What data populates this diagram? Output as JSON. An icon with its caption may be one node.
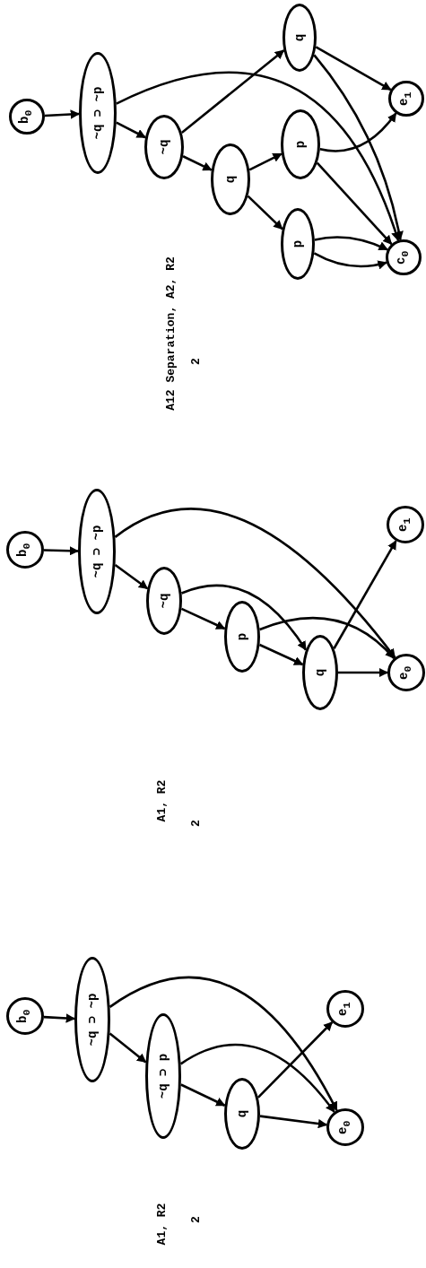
{
  "diagram": {
    "nodes": [
      {
        "text": [
          "b$_{0}$"
        ]
      },
      {
        "text": [
          "~q ⊃ ~p"
        ]
      },
      {
        "text": [
          "~q"
        ]
      },
      {
        "text": [
          "q"
        ]
      },
      {
        "text": [
          "q"
        ]
      },
      {
        "text": [
          "p"
        ]
      },
      {
        "text": [
          "p"
        ]
      },
      {
        "text": [
          "e$_{1}$"
        ]
      },
      {
        "text": [
          "c$_{0}$"
        ]
      },
      {
        "text": [
          "b$_{0}$"
        ]
      },
      {
        "text": [
          "~q ⊃ ~p"
        ]
      },
      {
        "text": [
          "~q"
        ]
      },
      {
        "text": [
          "p"
        ]
      },
      {
        "text": [
          "q"
        ]
      },
      {
        "text": [
          "e$_{1}$"
        ]
      },
      {
        "text": [
          "e$_{0}$"
        ]
      },
      {
        "text": [
          "b$_{0}$"
        ]
      },
      {
        "text": [
          "~q ⊃ ~p"
        ]
      },
      {
        "text": [
          "~q ⊃ p"
        ]
      },
      {
        "text": [
          "q"
        ]
      },
      {
        "text": [
          "e$_{1}$"
        ]
      },
      {
        "text": [
          "e$_{0}$"
        ]
      }
    ],
    "edges": [
      {
        "from": 0,
        "to": 1,
        "arrow": "to"
      },
      {
        "from": 1,
        "to": 2,
        "arrow": "to"
      },
      {
        "from": 1,
        "to": 8,
        "arrow": "to"
      },
      {
        "from": 2,
        "to": 3,
        "arrow": "to"
      },
      {
        "from": 2,
        "to": 4,
        "arrow": "to"
      },
      {
        "from": 4,
        "to": 5,
        "arrow": "to"
      },
      {
        "from": 4,
        "to": 6,
        "arrow": "to"
      },
      {
        "from": 5,
        "to": 7,
        "arrow": "to"
      },
      {
        "from": 5,
        "to": 8,
        "arrow": "to"
      },
      {
        "from": 3,
        "to": 7,
        "arrow": "to"
      },
      {
        "from": 3,
        "to": 8,
        "arrow": "to"
      },
      {
        "from": 6,
        "to": 8,
        "arrow": "to"
      },
      {
        "from": 6,
        "to": 8,
        "arrow": "to"
      },
      {
        "from": 9,
        "to": 10,
        "arrow": "to"
      },
      {
        "from": 10,
        "to": 11,
        "arrow": "to"
      },
      {
        "from": 11,
        "to": 12,
        "arrow": "to"
      },
      {
        "from": 12,
        "to": 13,
        "arrow": "to"
      },
      {
        "from": 13,
        "to": 15,
        "arrow": "to"
      },
      {
        "from": 13,
        "to": 14,
        "arrow": "to"
      },
      {
        "from": 10,
        "to": 15,
        "arrow": "to"
      },
      {
        "from": 11,
        "to": 13,
        "arrow": "to"
      },
      {
        "from": 12,
        "to": 15,
        "arrow": "to"
      },
      {
        "from": 16,
        "to": 17,
        "arrow": "to"
      },
      {
        "from": 17,
        "to": 18,
        "arrow": "to"
      },
      {
        "from": 18,
        "to": 19,
        "arrow": "to"
      },
      {
        "from": 19,
        "to": 21,
        "arrow": "to"
      },
      {
        "from": 19,
        "to": 20,
        "arrow": "to"
      },
      {
        "from": 17,
        "to": 21,
        "arrow": "to"
      },
      {
        "from": 18,
        "to": 21,
        "arrow": "to"
      }
    ],
    "labels": [
      "A12 Separation, A2, R2",
      "2",
      "A1, R2",
      "2",
      "A1, R2",
      "2"
    ]
  }
}
